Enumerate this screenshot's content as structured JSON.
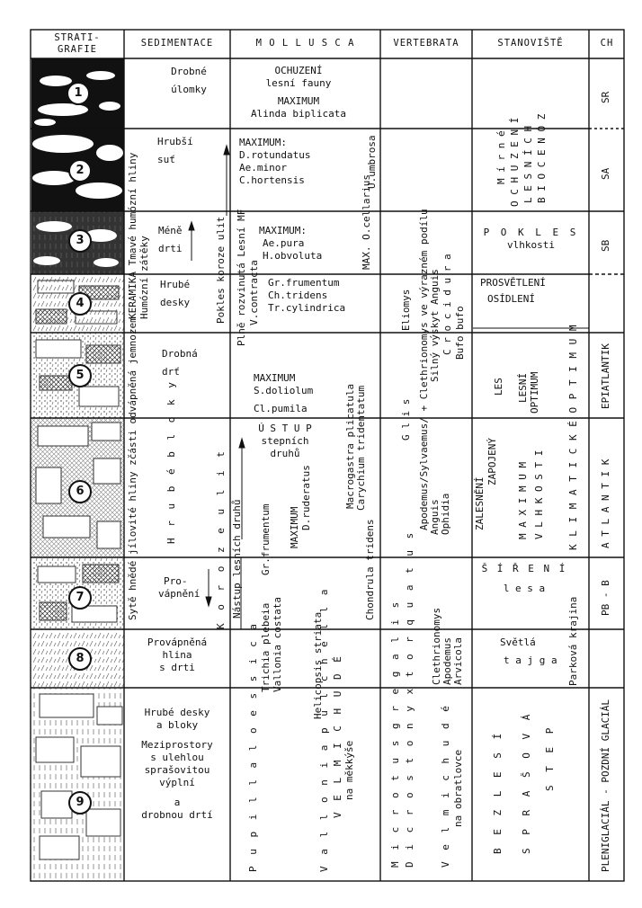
{
  "headers": {
    "strat": [
      "STRATI-",
      "GRAFIE"
    ],
    "sed": "SEDIMENTACE",
    "mol": "M O L L U S C A",
    "vert": "VERTEBRATA",
    "stan": "STANOVIŠTĚ",
    "ch": "CH"
  },
  "layers": [
    "1",
    "2",
    "3",
    "4",
    "5",
    "6",
    "7",
    "8",
    "9"
  ],
  "sed": {
    "s1": [
      "Drobné",
      "úlomky"
    ],
    "s2": [
      "Hrubší",
      "suť"
    ],
    "s3": [
      "Méně",
      "drti"
    ],
    "s4": [
      "Hrubé",
      "desky"
    ],
    "s5": [
      "Drobná",
      "drť"
    ],
    "s7": [
      "Pro-",
      "vápnění"
    ],
    "s8": [
      "Provápněná",
      "hlina",
      "s drti"
    ],
    "s9": [
      "Hrubé desky",
      "a bloky",
      "Meziprostory",
      "s ulehlou",
      "sprašovitou",
      "výplní",
      "a",
      "drobnou drtí"
    ],
    "v_tmave": "KERAMIKA Tmavé humózní hliny",
    "v_humozni": "Humózní zátěky",
    "v_sythe": "Sytě hnědé jílovité hliny zčásti odvápněná jemnozem",
    "v_hrube": "H r u b é   b l o k y",
    "v_pokles": "Pokles koroze ulit",
    "v_koroze": "K o r o z e   u l i t"
  },
  "mol": {
    "m1": [
      "OCHUZENÍ",
      "lesní fauny",
      "MAXIMUM",
      "Alinda biplicata"
    ],
    "m2": [
      "MAXIMUM:",
      "D.rotundatus",
      "Ae.minor",
      "C.hortensis"
    ],
    "m3": [
      "MAXIMUM:",
      "Ae.pura",
      "H.obvoluta"
    ],
    "m4": [
      "Gr.frumentum",
      "Ch.tridens",
      "Tr.cylindrica"
    ],
    "m5": [
      "MAXIMUM",
      "S.doliolum",
      "Cl.pumila"
    ],
    "m6": [
      "Ú S T U P",
      "stepních",
      "druhů"
    ],
    "v_ocell": "MAX. O.cellarius",
    "v_umbr": "U.umbrosa",
    "v_plne": "Plně rozvinutá Lesní MF",
    "v_vcon": "V.contracta",
    "v_nastup": "Nástup lesních druhů",
    "v_grfr": "Gr.frumentum",
    "v_maxr": "MAXIMUM",
    "v_drud": "D.ruderatus",
    "v_macro": "Macrogastra plicatula",
    "v_cary": "Carychium tridentatum",
    "v_chon": "Chondrula tridens",
    "v_trich": "Trichia plebeia",
    "v_vcost": "Vallonia costata",
    "v_helic": "Helicopsis striata",
    "v_pupilla": "P u p i l l a   l o e s s i c a",
    "v_vallon": "V a l l o n i a   p u l c h e l l a",
    "v_velmi": "V E L M I   C H U D É",
    "v_nameak": "na měkkýše"
  },
  "vert": {
    "v_apod": "Apodemus/Sylvaemus/ + Clethrionomys ve výrazném podílu",
    "v_silny": "Silný výskyt Anguis",
    "v_crocid": "C r o c i d u r a",
    "v_bufo": "Bufo bufo",
    "v_eliom": "Eliomys",
    "v_glis": "G l i s",
    "v_anguis": "Anguis",
    "v_ophid": "Ophidia",
    "v_cleth": "Clethrionomys",
    "v_apod2": "Apodemus",
    "v_arvic": "Arvicola",
    "v_micro": "M i c r o t u s   g r e g a l i s",
    "v_dicro": "D i c r o s t o n y x   t o r q u a t u s",
    "v_velmi": "V e l m i   c h u d é",
    "v_naobr": "na obratlovce"
  },
  "stan": {
    "v_mirne": "M í r n é",
    "v_ochuz": "O C H U Z E N Í",
    "v_lesnich": "L E S N Í C H",
    "v_bioc": "B I O C E N Ó Z",
    "pokles": [
      "P O K L E S",
      "vlhkosti"
    ],
    "prosv": [
      "PROSVĚTLENÍ",
      "OSÍDLENÍ"
    ],
    "v_les": "LES",
    "v_lesni": "LESNÍ",
    "v_optim": "OPTIMUM",
    "v_zapoj": "ZAPOJENÝ",
    "v_zales": "ZALESNĚNÍ",
    "v_maxim": "M A X I M U M",
    "v_vlhk": "V L H K O S T I",
    "v_klim": "K L I M A T I C K É   O P T I M U M",
    "sireni": [
      "Š Í Ř E N Í",
      "l e s a"
    ],
    "svetla": [
      "Světlá",
      "t a j g a"
    ],
    "v_park": "Parková krajina",
    "v_bez": "B E Z L E S Í",
    "v_sprav": "S P R A Š O V Á",
    "v_step": "S T E P"
  },
  "ch": {
    "sr": "SR",
    "sa": "SA",
    "sb": "SB",
    "epi": "EPIATLANTIK",
    "atl": "A T L A N T I K",
    "pbb": "PB - B",
    "glac": "PLENIGLACIÁL - POZDNÍ GLACIÁL"
  }
}
